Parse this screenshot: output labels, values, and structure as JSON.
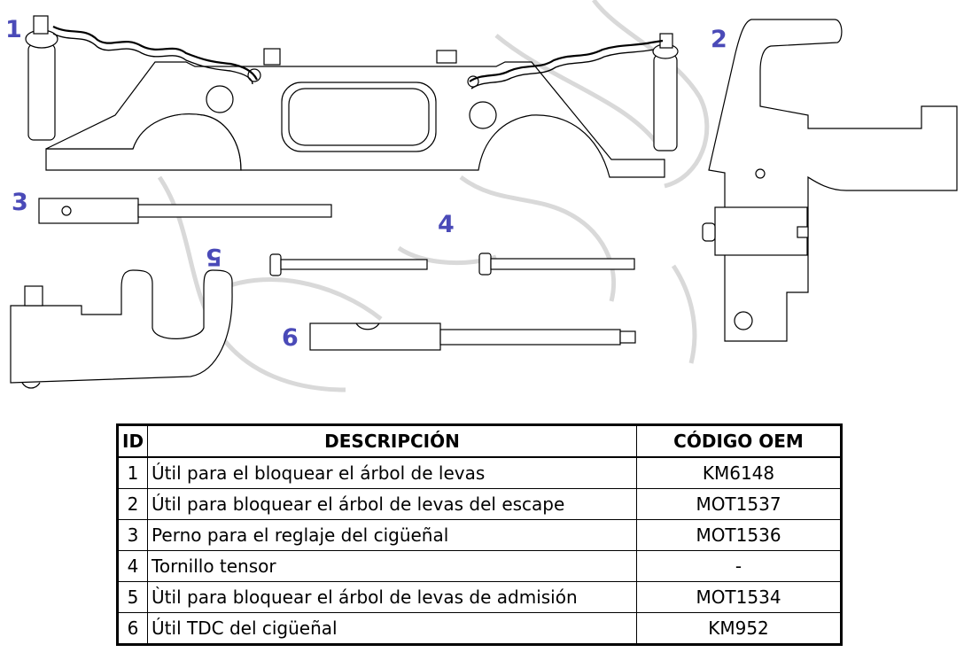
{
  "labels": {
    "n1": "1",
    "n2": "2",
    "n3": "3",
    "n4": "4",
    "n5": "5",
    "n6": "6"
  },
  "colors": {
    "label_blue": "#4a4ab8",
    "line": "#000000",
    "watermark": "#d9d9d9"
  },
  "table": {
    "headers": {
      "id": "ID",
      "desc": "DESCRIPCIÓN",
      "oem": "CÓDIGO OEM"
    },
    "rows": [
      {
        "id": "1",
        "desc": "Útil para el bloquear el árbol de levas",
        "oem": "KM6148"
      },
      {
        "id": "2",
        "desc": "Útil para bloquear el árbol de levas del escape",
        "oem": "MOT1537"
      },
      {
        "id": "3",
        "desc": "Perno para el reglaje del cigüeñal",
        "oem": "MOT1536"
      },
      {
        "id": "4",
        "desc": "Tornillo tensor",
        "oem": "-"
      },
      {
        "id": "5",
        "desc": "Ùtil para bloquear el árbol de levas de admisión",
        "oem": "MOT1534"
      },
      {
        "id": "6",
        "desc": "Útil TDC del cigüeñal",
        "oem": "KM952"
      }
    ]
  }
}
